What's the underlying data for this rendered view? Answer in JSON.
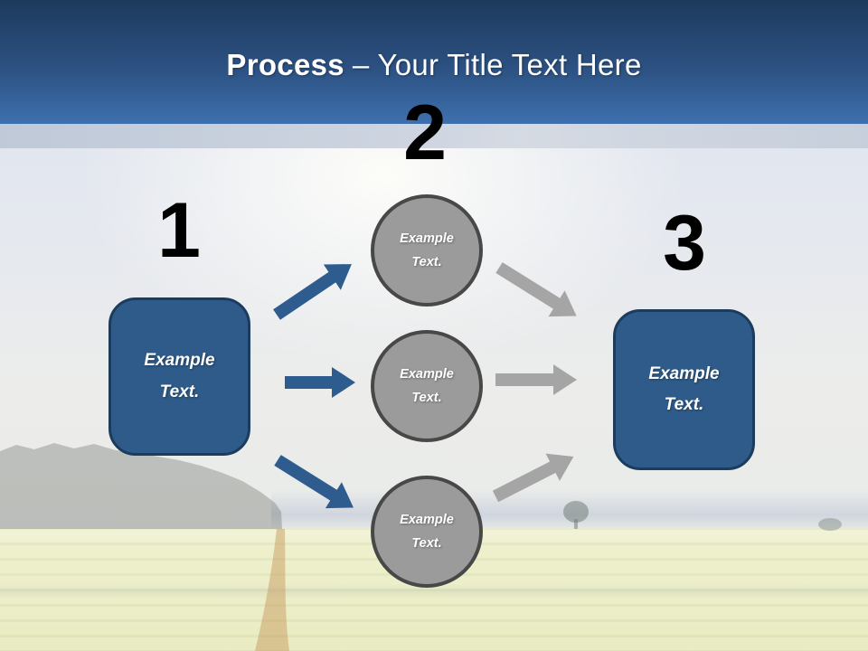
{
  "header": {
    "title_bold": "Process",
    "title_rest": "– Your Title Text Here"
  },
  "diagram": {
    "step1": {
      "number": "1",
      "label": "Example Text."
    },
    "step2": {
      "number": "2",
      "items": [
        {
          "label": "Example Text."
        },
        {
          "label": "Example Text."
        },
        {
          "label": "Example Text."
        }
      ]
    },
    "step3": {
      "number": "3",
      "label": "Example Text."
    }
  },
  "colors": {
    "header_gradient_top": "#1d3a5c",
    "header_gradient_bottom": "#3e70ae",
    "title_text": "#ffffff",
    "step_number": "#000000",
    "process_box_fill": "#2e5b89",
    "process_box_border": "#1c3c5e",
    "circle_fill": "#9b9b9b",
    "circle_border": "#484848",
    "shape_text": "#ffffff",
    "arrow_blue": "#2e5c8e",
    "arrow_gray": "#a5a5a5"
  }
}
